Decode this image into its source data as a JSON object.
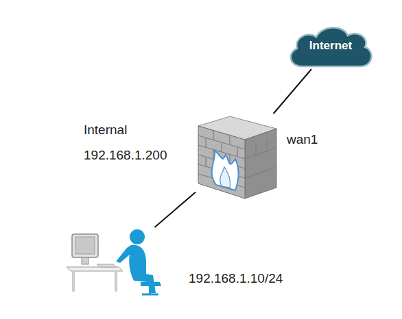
{
  "diagram": {
    "nodes": [
      {
        "text": [
          "Internet"
        ]
      },
      {
        "text": [
          "Internal",
          "192.168.1.200",
          "wan1"
        ]
      },
      {
        "text": [
          "192.168.1.10/24"
        ]
      }
    ],
    "edges": [
      {
        "from": 0,
        "to": 1,
        "arrow": "none"
      },
      {
        "from": 1,
        "to": 2,
        "arrow": "none"
      }
    ]
  }
}
